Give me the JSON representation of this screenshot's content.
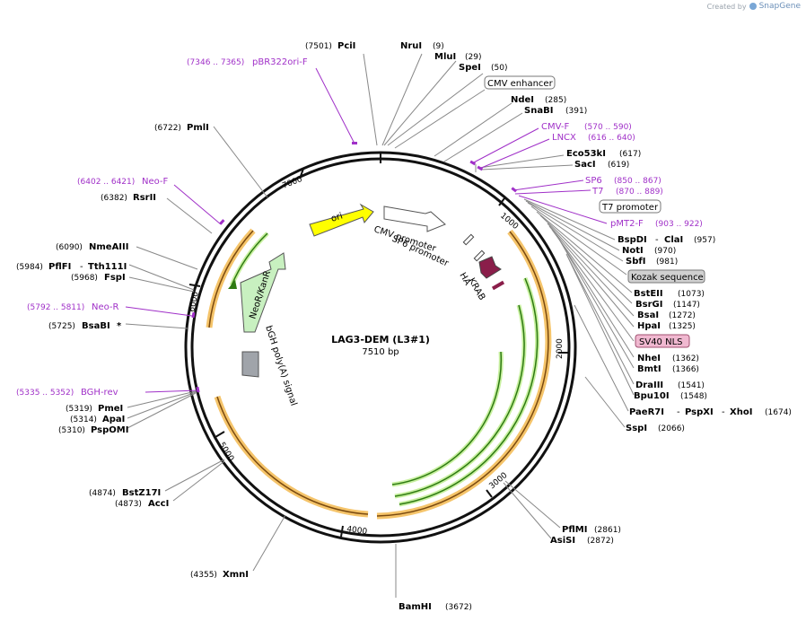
{
  "brand": {
    "created_by": "Created by",
    "name": "SnapGene"
  },
  "map": {
    "title": "LAG3-DEM (L3#1)",
    "length": "7510 bp",
    "ticks": [
      "1000",
      "2000",
      "3000",
      "4000",
      "5000",
      "6000",
      "7000"
    ]
  },
  "enzymes": {
    "pcii": {
      "name": "PciI",
      "pos": "(7501)"
    },
    "nrui": {
      "name": "NruI",
      "pos": "(9)"
    },
    "mlui": {
      "name": "MluI",
      "pos": "(29)"
    },
    "spei": {
      "name": "SpeI",
      "pos": "(50)"
    },
    "ndei": {
      "name": "NdeI",
      "pos": "(285)"
    },
    "snabi": {
      "name": "SnaBI",
      "pos": "(391)"
    },
    "eco53ki": {
      "name": "Eco53kI",
      "pos": "(617)"
    },
    "saci": {
      "name": "SacI",
      "pos": "(619)"
    },
    "bspdi": {
      "name": "BspDI",
      "pos": ""
    },
    "clai": {
      "name": "ClaI",
      "pos": "(957)"
    },
    "noti": {
      "name": "NotI",
      "pos": "(970)"
    },
    "sbfi": {
      "name": "SbfI",
      "pos": "(981)"
    },
    "bsteii": {
      "name": "BstEII",
      "pos": "(1073)"
    },
    "bsrgi": {
      "name": "BsrGI",
      "pos": "(1147)"
    },
    "bsai": {
      "name": "BsaI",
      "pos": "(1272)"
    },
    "hpai": {
      "name": "HpaI",
      "pos": "(1325)"
    },
    "nhei": {
      "name": "NheI",
      "pos": "(1362)"
    },
    "bmti": {
      "name": "BmtI",
      "pos": "(1366)"
    },
    "draiii": {
      "name": "DraIII",
      "pos": "(1541)"
    },
    "bpu10i": {
      "name": "Bpu10I",
      "pos": "(1548)"
    },
    "paer7i": {
      "name": "PaeR7I",
      "pos": ""
    },
    "pspxi": {
      "name": "PspXI",
      "pos": ""
    },
    "xhoi": {
      "name": "XhoI",
      "pos": "(1674)"
    },
    "sspi": {
      "name": "SspI",
      "pos": "(2066)"
    },
    "pflmi": {
      "name": "PflMI",
      "pos": "(2861)"
    },
    "asisi": {
      "name": "AsiSI",
      "pos": "(2872)"
    },
    "bamhi": {
      "name": "BamHI",
      "pos": "(3672)"
    },
    "xmni": {
      "name": "XmnI",
      "pos": "(4355)"
    },
    "bstz17i": {
      "name": "BstZ17I",
      "pos": "(4874)"
    },
    "acci": {
      "name": "AccI",
      "pos": "(4873)"
    },
    "psPomi": {
      "name": "PspOMI",
      "pos": "(5310)"
    },
    "apai": {
      "name": "ApaI",
      "pos": "(5314)"
    },
    "pmei": {
      "name": "PmeI",
      "pos": "(5319)"
    },
    "bsabi": {
      "name": "BsaBI",
      "pos": "(5725)",
      "mark": "*"
    },
    "fspi": {
      "name": "FspI",
      "pos": "(5968)"
    },
    "pflfi": {
      "name": "PflFI",
      "pos": "(5984)"
    },
    "tth111i": {
      "name": "Tth111I",
      "pos": ""
    },
    "nmeaiii": {
      "name": "NmeAIII",
      "pos": "(6090)"
    },
    "rsrii": {
      "name": "RsrII",
      "pos": "(6382)"
    },
    "pmli": {
      "name": "PmlI",
      "pos": "(6722)"
    }
  },
  "primers": {
    "pbr322ori": {
      "name": "pBR322ori-F",
      "range": "(7346 .. 7365)"
    },
    "cmvf": {
      "name": "CMV-F",
      "range": "(570 .. 590)"
    },
    "lncx": {
      "name": "LNCX",
      "range": "(616 .. 640)"
    },
    "sp6": {
      "name": "SP6",
      "range": "(850 .. 867)"
    },
    "t7": {
      "name": "T7",
      "range": "(870 .. 889)"
    },
    "pmt2f": {
      "name": "pMT2-F",
      "range": "(903 .. 922)"
    },
    "neof": {
      "name": "Neo-F",
      "range": "(6402 .. 6421)"
    },
    "neor": {
      "name": "Neo-R",
      "range": "(5792 .. 5811)"
    },
    "bghrev": {
      "name": "BGH-rev",
      "range": "(5335 .. 5352)"
    }
  },
  "boxes": {
    "cmv_enhancer": "CMV enhancer",
    "t7_promoter": "T7 promoter",
    "kozak": "Kozak sequence",
    "sv40_nls": "SV40 NLS"
  },
  "features": {
    "ori": "ori",
    "cmv_promoter": "CMV promoter",
    "sp6_promoter": "SP6 promoter",
    "krab": "KRAB",
    "ha": "HA",
    "neo": "NeoR/KanR",
    "bgh": "bGH poly(A) signal"
  },
  "colors": {
    "primer": "#a030c8",
    "ori": "#ffff00",
    "neo": "#c8f0c0",
    "orf_outer": "#f5c46a",
    "orf_inner": "#3a8a1a",
    "krab": "#8a1e4a",
    "sv40_box": "#f0b8d0",
    "kozak_box": "#d0d0d0"
  }
}
